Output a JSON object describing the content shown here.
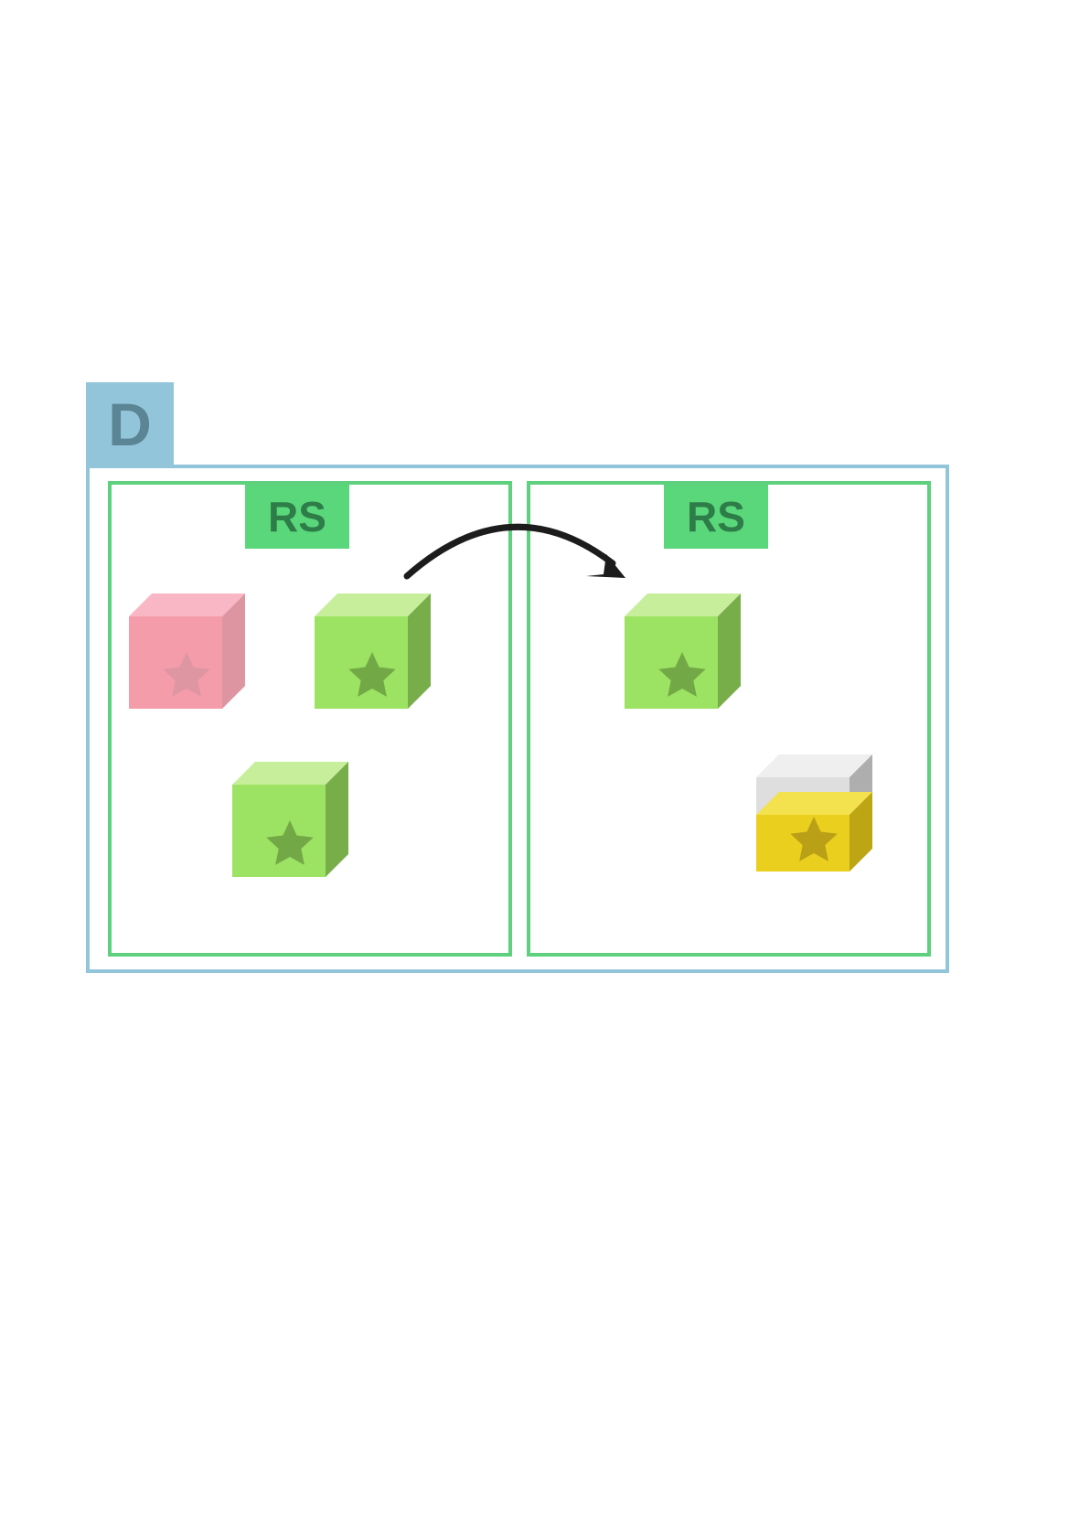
{
  "domain_tag": {
    "label": "D",
    "color": "#92c5da"
  },
  "panels": [
    {
      "label": "RS",
      "cubes": [
        {
          "color": "pink",
          "icon": "star-icon"
        },
        {
          "color": "green",
          "icon": "star-icon"
        },
        {
          "color": "green",
          "icon": "star-icon"
        }
      ]
    },
    {
      "label": "RS",
      "cubes": [
        {
          "color": "green",
          "icon": "star-icon"
        },
        {
          "color": "yellow-on-gray",
          "icon": "star-icon"
        }
      ]
    }
  ],
  "arrow": {
    "icon": "curved-arrow-icon",
    "from_panel": 0,
    "to_panel": 1
  },
  "colors": {
    "outer_border": "#92c5da",
    "panel_border": "#5fd07e",
    "label_bg": "#5ad77b",
    "label_text": "#2e7d48",
    "green_cube": "#9ce263",
    "pink_cube": "#f59caa",
    "yellow_cube": "#ebcf1e"
  }
}
